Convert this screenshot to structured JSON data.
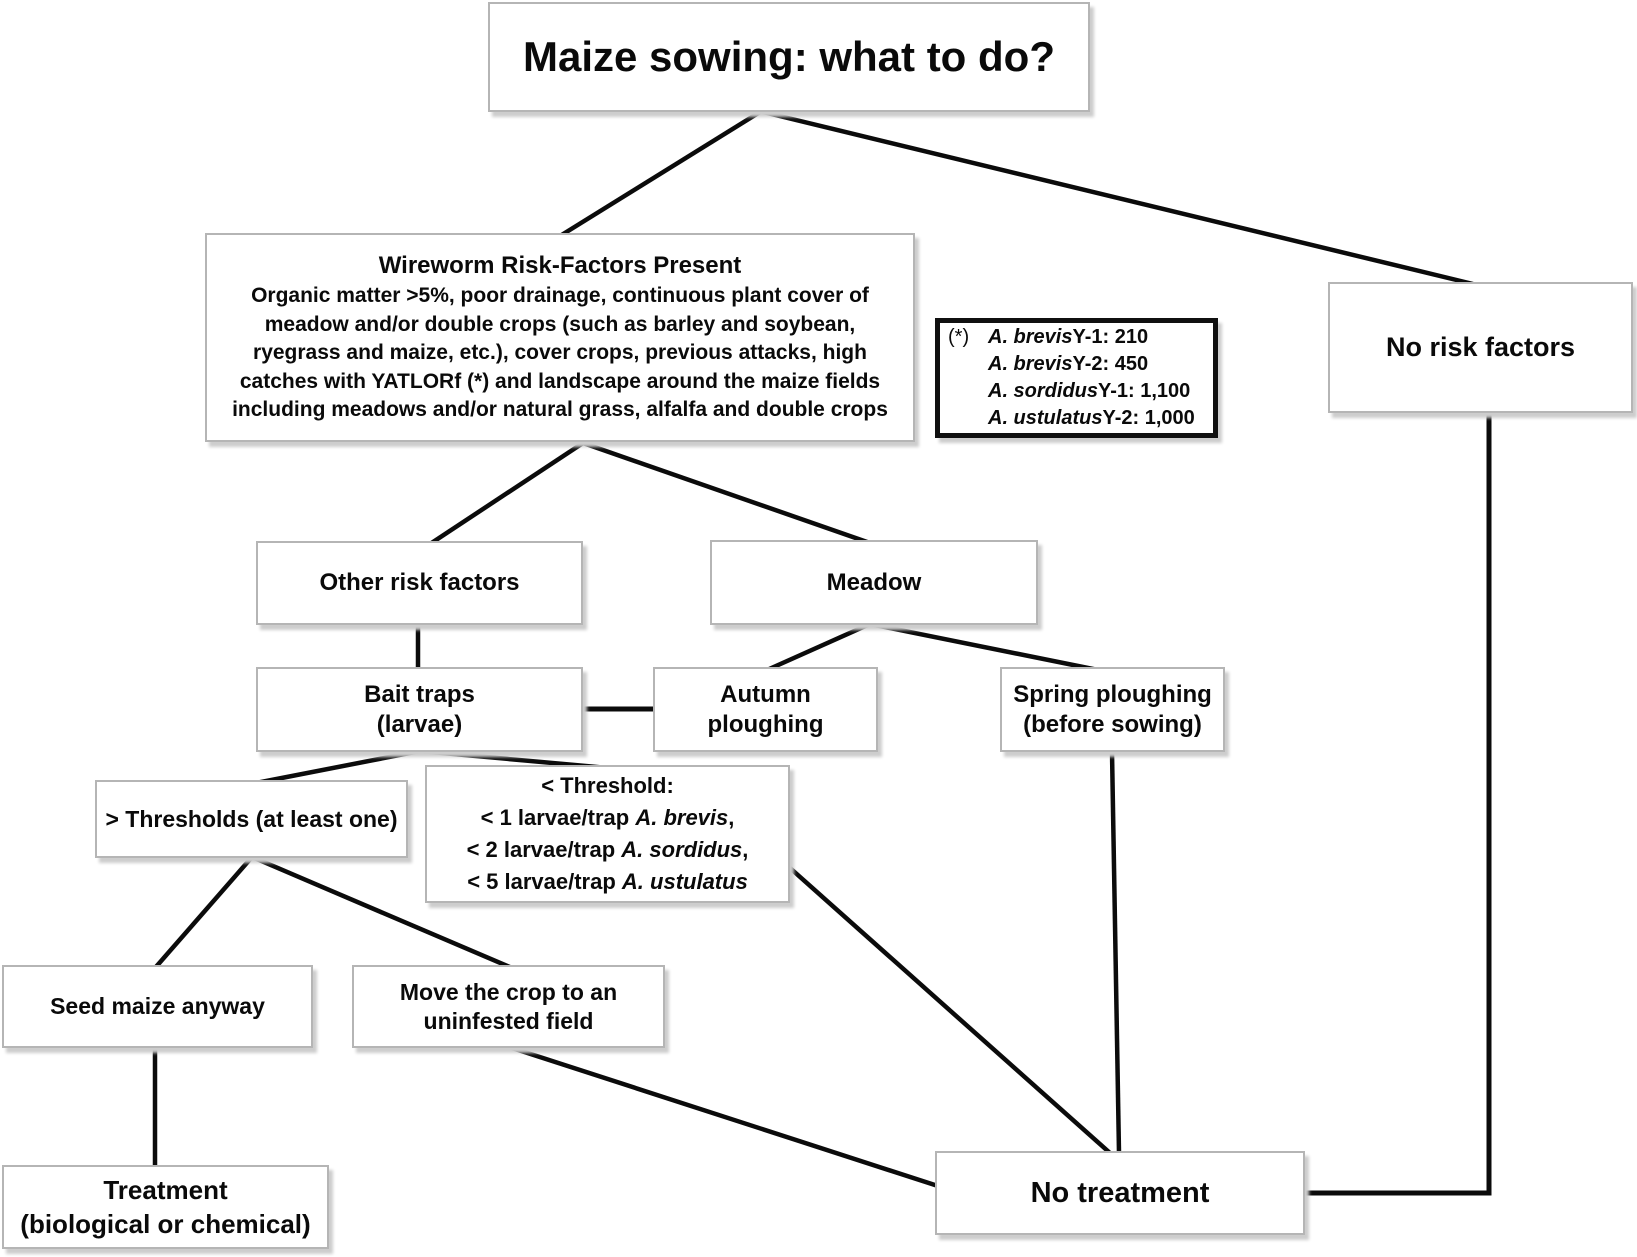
{
  "title": "Maize sowing: what to do?",
  "nodes": {
    "wireworm": {
      "title": "Wireworm Risk-Factors Present",
      "body": "Organic matter >5%, poor drainage, continuous plant cover of\nmeadow and/or double crops (such as barley and soybean,\nryegrass and maize, etc.), cover crops, previous attacks, high\ncatches with YATLORf (*) and landscape around the maize fields\nincluding meadows and/or natural grass, alfalfa and double crops"
    },
    "no_risk": {
      "label": "No risk factors"
    },
    "other_risk": {
      "label": "Other risk factors"
    },
    "meadow": {
      "label": "Meadow"
    },
    "bait_traps": {
      "label": "Bait traps\n(larvae)"
    },
    "autumn": {
      "label": "Autumn\nploughing"
    },
    "spring": {
      "label": "Spring ploughing\n(before sowing)"
    },
    "threshold_gt": {
      "label": "> Thresholds (at least one)"
    },
    "threshold_lt": {
      "title": "< Threshold:",
      "lines": [
        {
          "pre": "< 1 larvae/trap ",
          "species": "A. brevis",
          "post": ","
        },
        {
          "pre": "< 2 larvae/trap ",
          "species": "A. sordidus",
          "post": ","
        },
        {
          "pre": "< 5 larvae/trap ",
          "species": "A. ustulatus",
          "post": ""
        }
      ]
    },
    "seed_maize": {
      "label": "Seed maize anyway"
    },
    "move_crop": {
      "label": "Move the crop to an\nuninfested field"
    },
    "treatment": {
      "label": "Treatment\n(biological or chemical)"
    },
    "no_treatment": {
      "label": "No treatment"
    }
  },
  "legend": {
    "lines": [
      {
        "prefix": "(*)",
        "species": "A. brevis",
        "rest": " Y-1: 210"
      },
      {
        "prefix": "",
        "species": "A. brevis",
        "rest": " Y-2: 450"
      },
      {
        "prefix": "",
        "species": "A. sordidus",
        "rest": " Y-1: 1,100"
      },
      {
        "prefix": "",
        "species": "A. ustulatus",
        "rest": " Y-2: 1,000"
      }
    ]
  },
  "colors": {
    "line": "#0b0b0b",
    "box_border": "#b5b5b5",
    "legend_border": "#101010",
    "background": "#ffffff"
  }
}
